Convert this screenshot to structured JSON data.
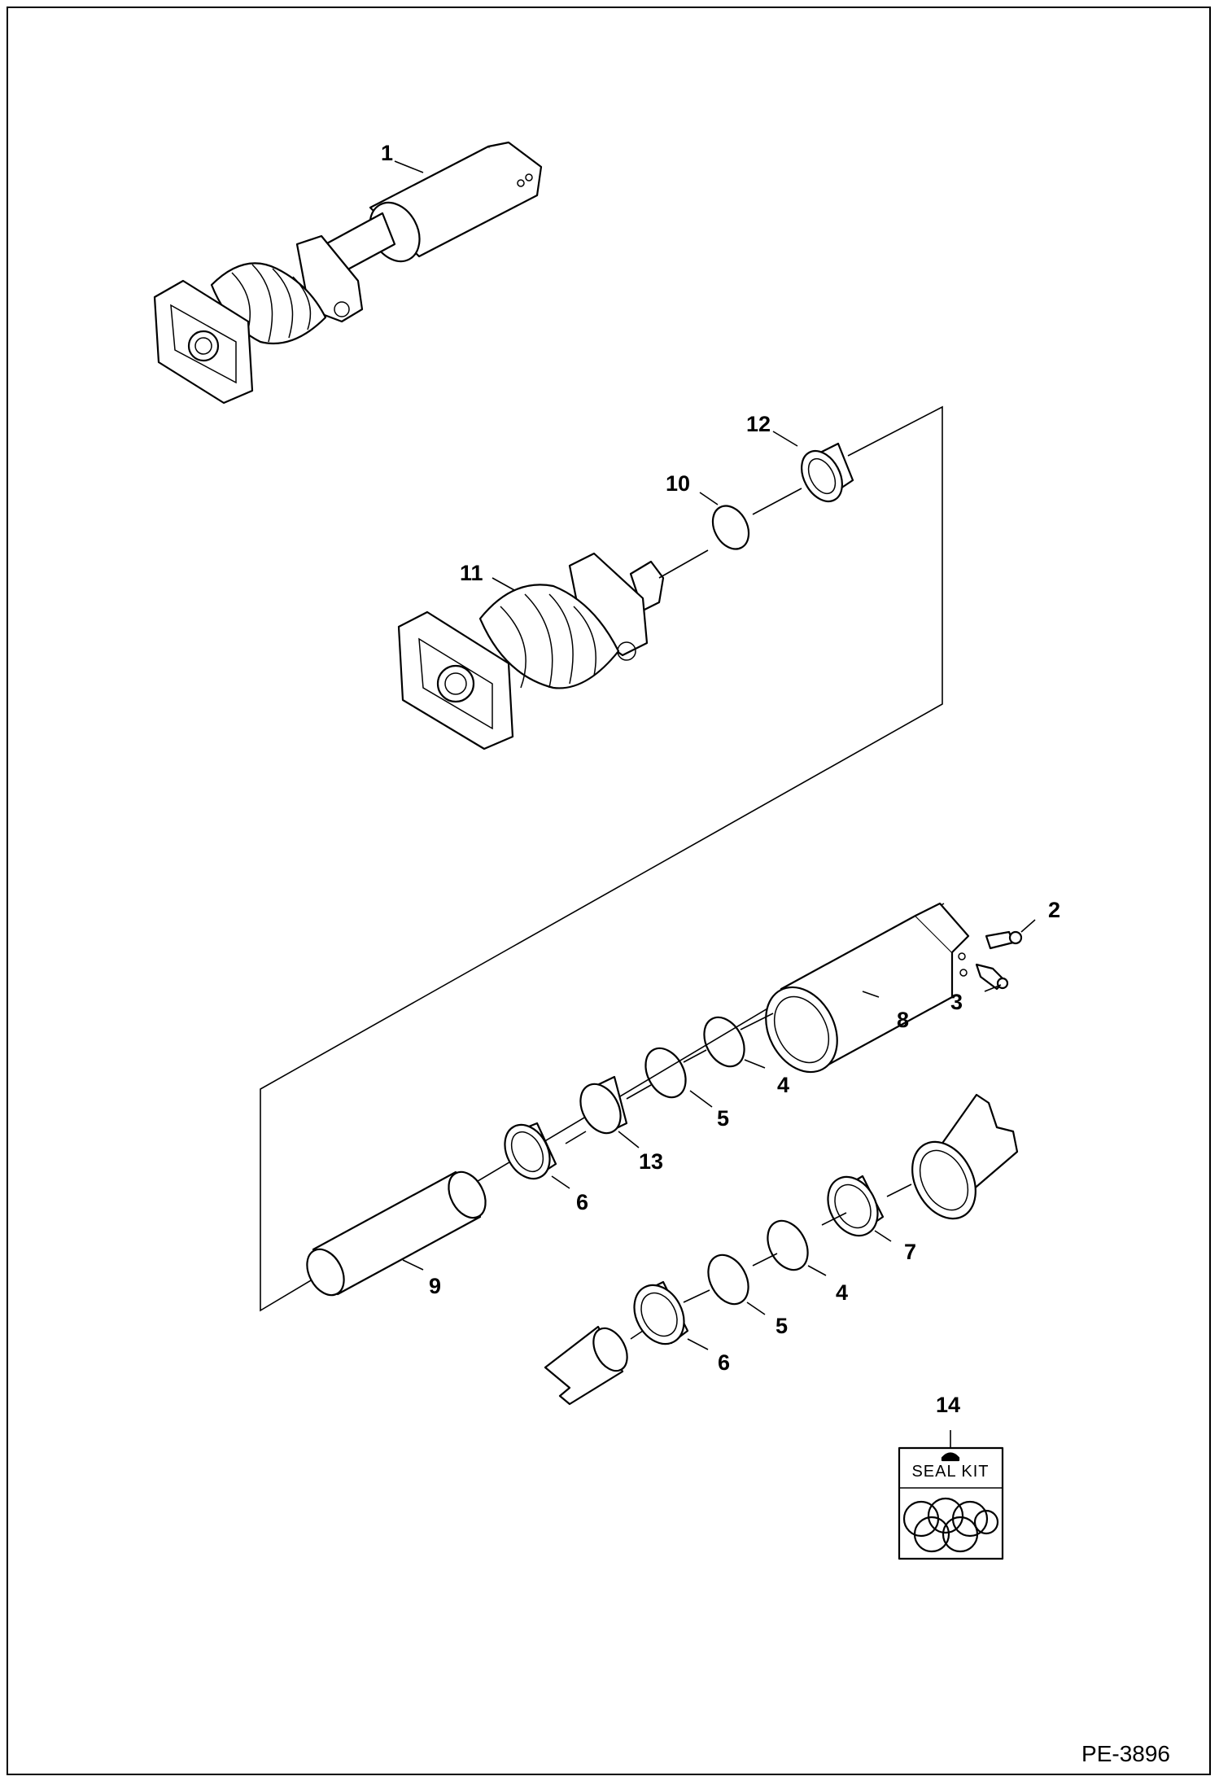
{
  "document_code": "PE-3896",
  "seal_kit_label": "SEAL KIT",
  "callouts": [
    {
      "id": "c1",
      "text": "1"
    },
    {
      "id": "c2",
      "text": "2"
    },
    {
      "id": "c3",
      "text": "3"
    },
    {
      "id": "c4a",
      "text": "4"
    },
    {
      "id": "c4b",
      "text": "4"
    },
    {
      "id": "c5a",
      "text": "5"
    },
    {
      "id": "c5b",
      "text": "5"
    },
    {
      "id": "c6a",
      "text": "6"
    },
    {
      "id": "c6b",
      "text": "6"
    },
    {
      "id": "c7",
      "text": "7"
    },
    {
      "id": "c8",
      "text": "8"
    },
    {
      "id": "c9",
      "text": "9"
    },
    {
      "id": "c10",
      "text": "10"
    },
    {
      "id": "c11",
      "text": "11"
    },
    {
      "id": "c12",
      "text": "12"
    },
    {
      "id": "c13",
      "text": "13"
    },
    {
      "id": "c14",
      "text": "14"
    }
  ],
  "colors": {
    "line": "#000000",
    "background": "#ffffff"
  }
}
